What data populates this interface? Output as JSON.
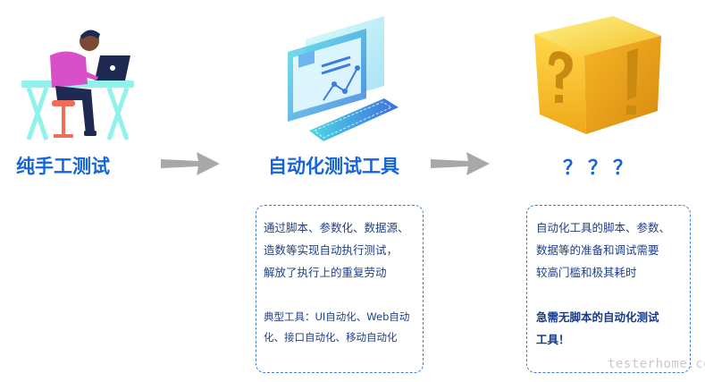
{
  "stages": [
    {
      "title": "纯手工测试"
    },
    {
      "title": "自动化测试工具"
    },
    {
      "title": "？？？"
    }
  ],
  "box_left": {
    "desc_lines": [
      "通过脚本、参数化、数据源、",
      "造数等实现自动执行测试，",
      "解放了执行上的重复劳动"
    ],
    "typical_lines": [
      "典型工具：UI自动化、Web自动",
      "化、接口自动化、移动自动化"
    ]
  },
  "box_right": {
    "desc_lines": [
      "自动化工具的脚本、参数、",
      "数据等的准备和调试需要",
      "较高门槛和极其耗时"
    ],
    "emphasis_lines": [
      "急需无脚本的自动化测试",
      "工具！"
    ]
  },
  "watermark": "testerhome.com",
  "colors": {
    "title_blue": "#1565d8",
    "arrow_gray": "#a8a8a8",
    "box_border": "#3f7ad8"
  }
}
